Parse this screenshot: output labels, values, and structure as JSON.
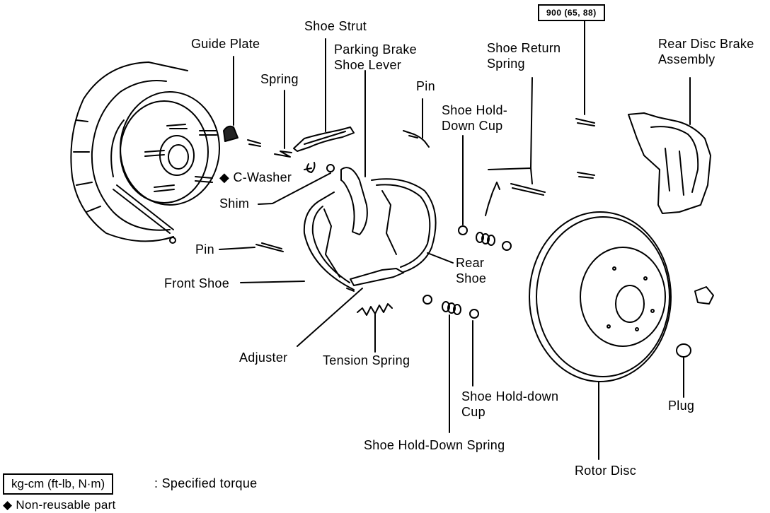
{
  "labels": {
    "guide_plate": "Guide Plate",
    "shoe_strut": "Shoe Strut",
    "parking_brake_shoe_lever_1": "Parking Brake",
    "parking_brake_shoe_lever_2": "Shoe Lever",
    "spring": "Spring",
    "pin_top": "Pin",
    "shoe_return_spring_1": "Shoe Return",
    "shoe_return_spring_2": "Spring",
    "torque_value": "900 (65, 88)",
    "rear_disc_brake_assembly_1": "Rear Disc Brake",
    "rear_disc_brake_assembly_2": "Assembly",
    "shoe_hold_down_cup_top_1": "Shoe Hold-",
    "shoe_hold_down_cup_top_2": "Down Cup",
    "c_washer": "C-Washer",
    "shim": "Shim",
    "pin_left": "Pin",
    "rear_shoe_1": "Rear",
    "rear_shoe_2": "Shoe",
    "front_shoe": "Front Shoe",
    "adjuster": "Adjuster",
    "tension_spring": "Tension Spring",
    "shoe_hold_down_cup_bottom_1": "Shoe Hold-down",
    "shoe_hold_down_cup_bottom_2": "Cup",
    "shoe_hold_down_spring": "Shoe Hold-Down Spring",
    "plug": "Plug",
    "rotor_disc": "Rotor Disc"
  },
  "legend": {
    "torque_box": "kg-cm (ft-lb, N·m)",
    "torque_text": ": Specified torque",
    "non_reusable_text": "Non-reusable part",
    "diamond": "◆"
  }
}
